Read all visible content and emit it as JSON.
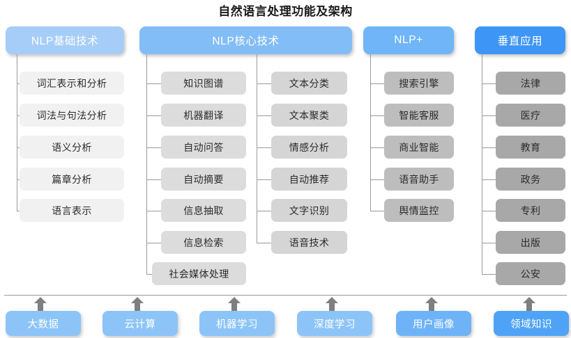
{
  "title": "自然语言处理功能及架构",
  "colors": {
    "header_col1": "#A5CDF7",
    "header_col2": "#82BDF7",
    "header_col4": "#6FB5F8",
    "header_col5": "#3D96F5",
    "item_col1": "#F1F1F1",
    "item_col2": "#DCDCDC",
    "item_col3": "#D5D5D5",
    "item_col4": "#BDBDBD",
    "item_col5": "#A8A8A8",
    "footer_pill": "#8CC4F8",
    "footer_pill_last": "#4FA3F7",
    "connector": "#9A9A9A",
    "arrow": "#7F7F7F",
    "title_text": "#1A1A1A"
  },
  "columns": [
    {
      "id": "nlp-basic",
      "header": "NLP基础技术",
      "items": [
        "词汇表示和分析",
        "词法与句法分析",
        "语义分析",
        "篇章分析",
        "语言表示"
      ]
    },
    {
      "id": "nlp-core",
      "header": "NLP核心技术",
      "items": [
        "知识图谱",
        "机器翻译",
        "自动问答",
        "自动摘要",
        "信息抽取",
        "信息检索",
        "社会媒体处理"
      ]
    },
    {
      "id": "nlp-core-2",
      "header": "",
      "items": [
        "文本分类",
        "文本聚类",
        "情感分析",
        "自动推荐",
        "文字识别",
        "语音技术"
      ]
    },
    {
      "id": "nlp-plus",
      "header": "NLP+",
      "items": [
        "搜索引擎",
        "智能客服",
        "商业智能",
        "语音助手",
        "舆情监控"
      ]
    },
    {
      "id": "vertical-apps",
      "header": "垂直应用",
      "items": [
        "法律",
        "医疗",
        "教育",
        "政务",
        "专利",
        "出版",
        "公安"
      ]
    }
  ],
  "foundation": {
    "items": [
      "大数据",
      "云计算",
      "机器学习",
      "深度学习",
      "用户画像",
      "领域知识"
    ]
  },
  "watermark": ""
}
